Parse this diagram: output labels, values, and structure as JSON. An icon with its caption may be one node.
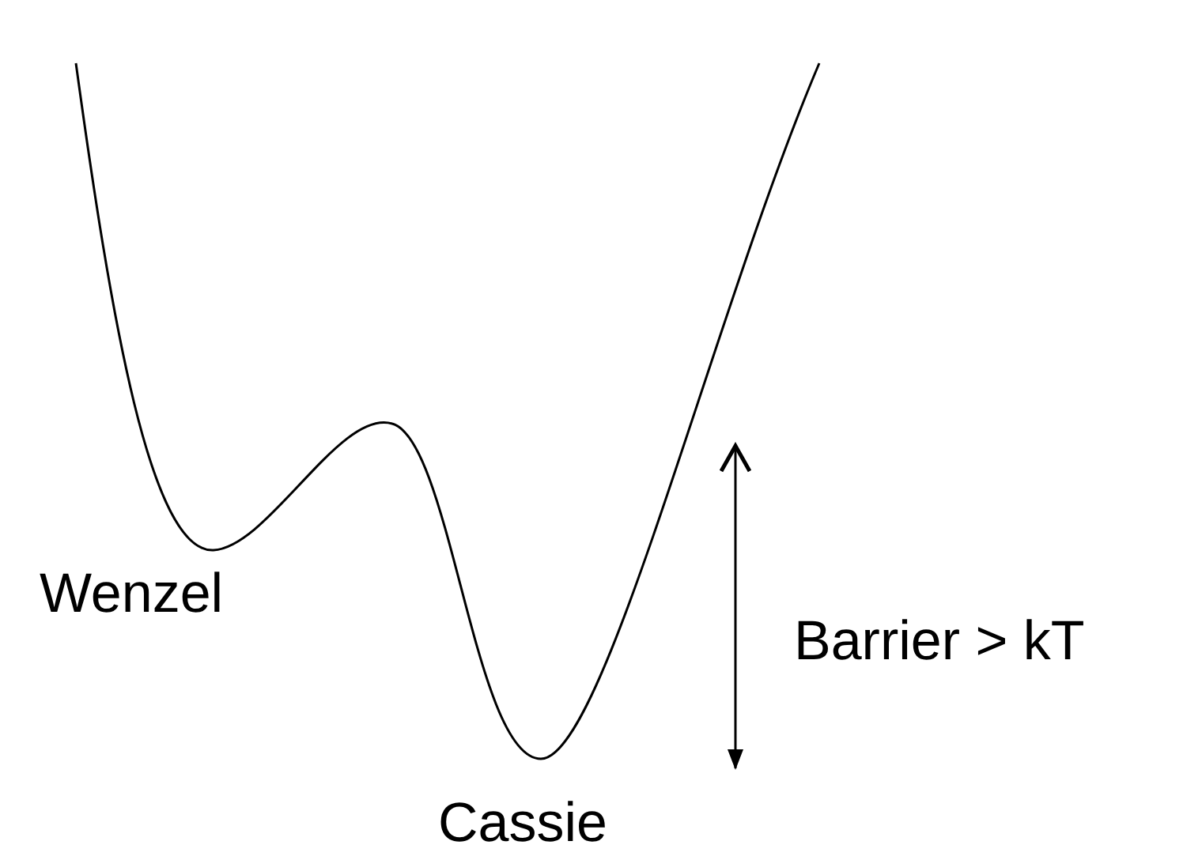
{
  "diagram": {
    "labels": [
      "Wenzel",
      "Barrier > kT",
      "Cassie"
    ]
  }
}
